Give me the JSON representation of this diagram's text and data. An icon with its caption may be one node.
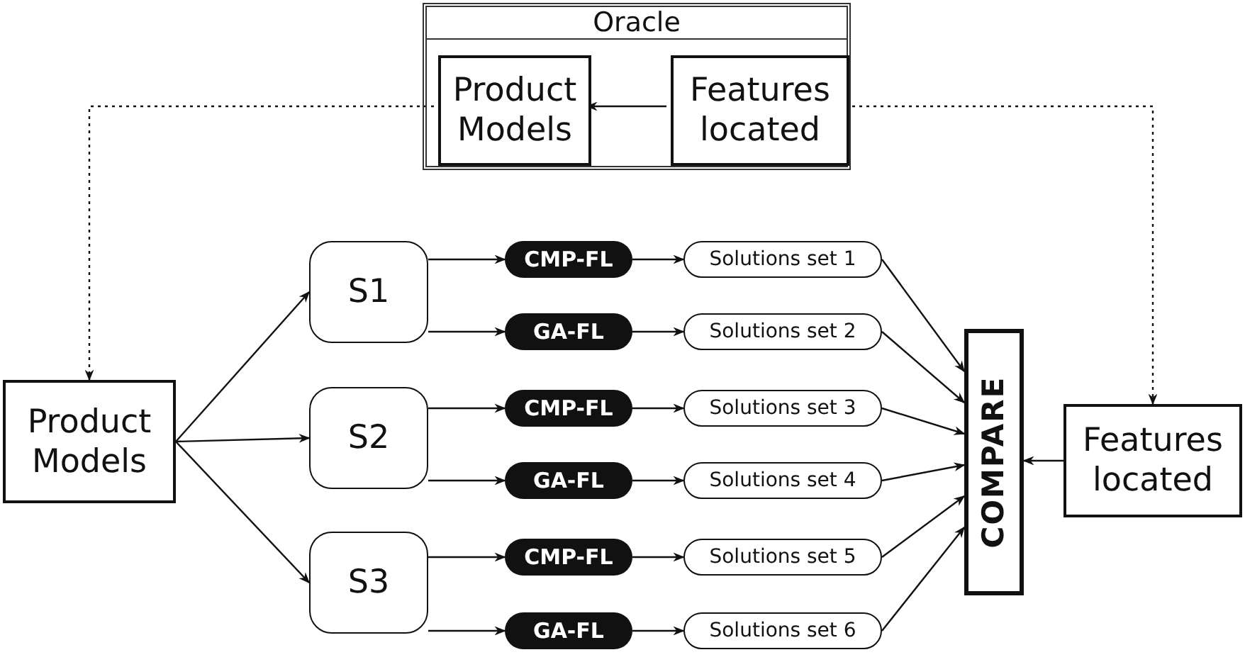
{
  "diagram": {
    "nodes": [
      {
        "text": [
          "Oracle"
        ]
      },
      {
        "text": [
          "Product Models"
        ],
        "in": 0
      },
      {
        "text": [
          "Features located"
        ],
        "in": 0
      },
      {
        "text": [
          "Product Models"
        ]
      },
      {
        "text": [
          "S1"
        ]
      },
      {
        "text": [
          "S2"
        ]
      },
      {
        "text": [
          "S3"
        ]
      },
      {
        "text": [
          "CMP-FL"
        ]
      },
      {
        "text": [
          "GA-FL"
        ]
      },
      {
        "text": [
          "CMP-FL"
        ]
      },
      {
        "text": [
          "GA-FL"
        ]
      },
      {
        "text": [
          "CMP-FL"
        ]
      },
      {
        "text": [
          "GA-FL"
        ]
      },
      {
        "text": [
          "Solutions set 1"
        ]
      },
      {
        "text": [
          "Solutions set 2"
        ]
      },
      {
        "text": [
          "Solutions set 3"
        ]
      },
      {
        "text": [
          "Solutions set 4"
        ]
      },
      {
        "text": [
          "Solutions set 5"
        ]
      },
      {
        "text": [
          "Solutions set 6"
        ]
      },
      {
        "text": [
          "COMPARE"
        ]
      },
      {
        "text": [
          "Features located"
        ]
      }
    ],
    "edges": [
      {
        "from": 2,
        "to": 1,
        "arrow": "to"
      },
      {
        "from": 1,
        "to": 3,
        "arrow": "to",
        "style": "dashed"
      },
      {
        "from": 2,
        "to": 20,
        "arrow": "to",
        "style": "dashed"
      },
      {
        "from": 3,
        "to": 4,
        "arrow": "to"
      },
      {
        "from": 3,
        "to": 5,
        "arrow": "to"
      },
      {
        "from": 3,
        "to": 6,
        "arrow": "to"
      },
      {
        "from": 4,
        "to": 7,
        "arrow": "to"
      },
      {
        "from": 4,
        "to": 8,
        "arrow": "to"
      },
      {
        "from": 5,
        "to": 9,
        "arrow": "to"
      },
      {
        "from": 5,
        "to": 10,
        "arrow": "to"
      },
      {
        "from": 6,
        "to": 11,
        "arrow": "to"
      },
      {
        "from": 6,
        "to": 12,
        "arrow": "to"
      },
      {
        "from": 7,
        "to": 13,
        "arrow": "to"
      },
      {
        "from": 8,
        "to": 14,
        "arrow": "to"
      },
      {
        "from": 9,
        "to": 15,
        "arrow": "to"
      },
      {
        "from": 10,
        "to": 16,
        "arrow": "to"
      },
      {
        "from": 11,
        "to": 17,
        "arrow": "to"
      },
      {
        "from": 12,
        "to": 18,
        "arrow": "to"
      },
      {
        "from": 13,
        "to": 19,
        "arrow": "to"
      },
      {
        "from": 14,
        "to": 19,
        "arrow": "to"
      },
      {
        "from": 15,
        "to": 19,
        "arrow": "to"
      },
      {
        "from": 16,
        "to": 19,
        "arrow": "to"
      },
      {
        "from": 17,
        "to": 19,
        "arrow": "to"
      },
      {
        "from": 18,
        "to": 19,
        "arrow": "to"
      },
      {
        "from": 20,
        "to": 19,
        "arrow": "to"
      }
    ]
  }
}
